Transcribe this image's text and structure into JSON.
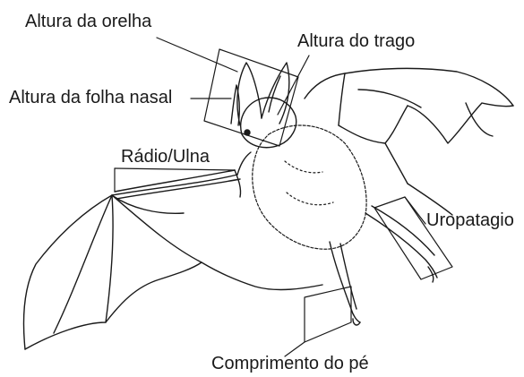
{
  "labels": {
    "ear_height": "Altura da orelha",
    "tragus_height": "Altura do trago",
    "noseleaf_height": "Altura da folha nasal",
    "radius_ulna": "Rádio/Ulna",
    "uropatagium": "Uropatagio",
    "foot_length": "Comprimento do pé"
  },
  "colors": {
    "ink": "#1a1a1a",
    "background": "#ffffff"
  }
}
